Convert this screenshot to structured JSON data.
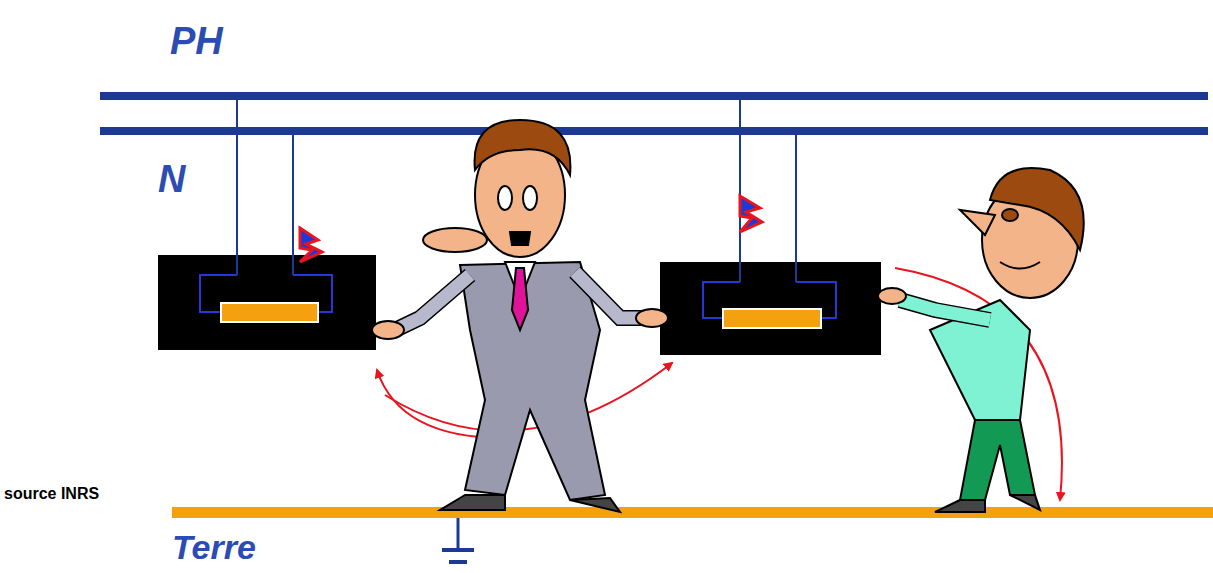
{
  "diagram": {
    "labels": [
      "PH",
      "N",
      "source INRS",
      "Terre"
    ]
  }
}
